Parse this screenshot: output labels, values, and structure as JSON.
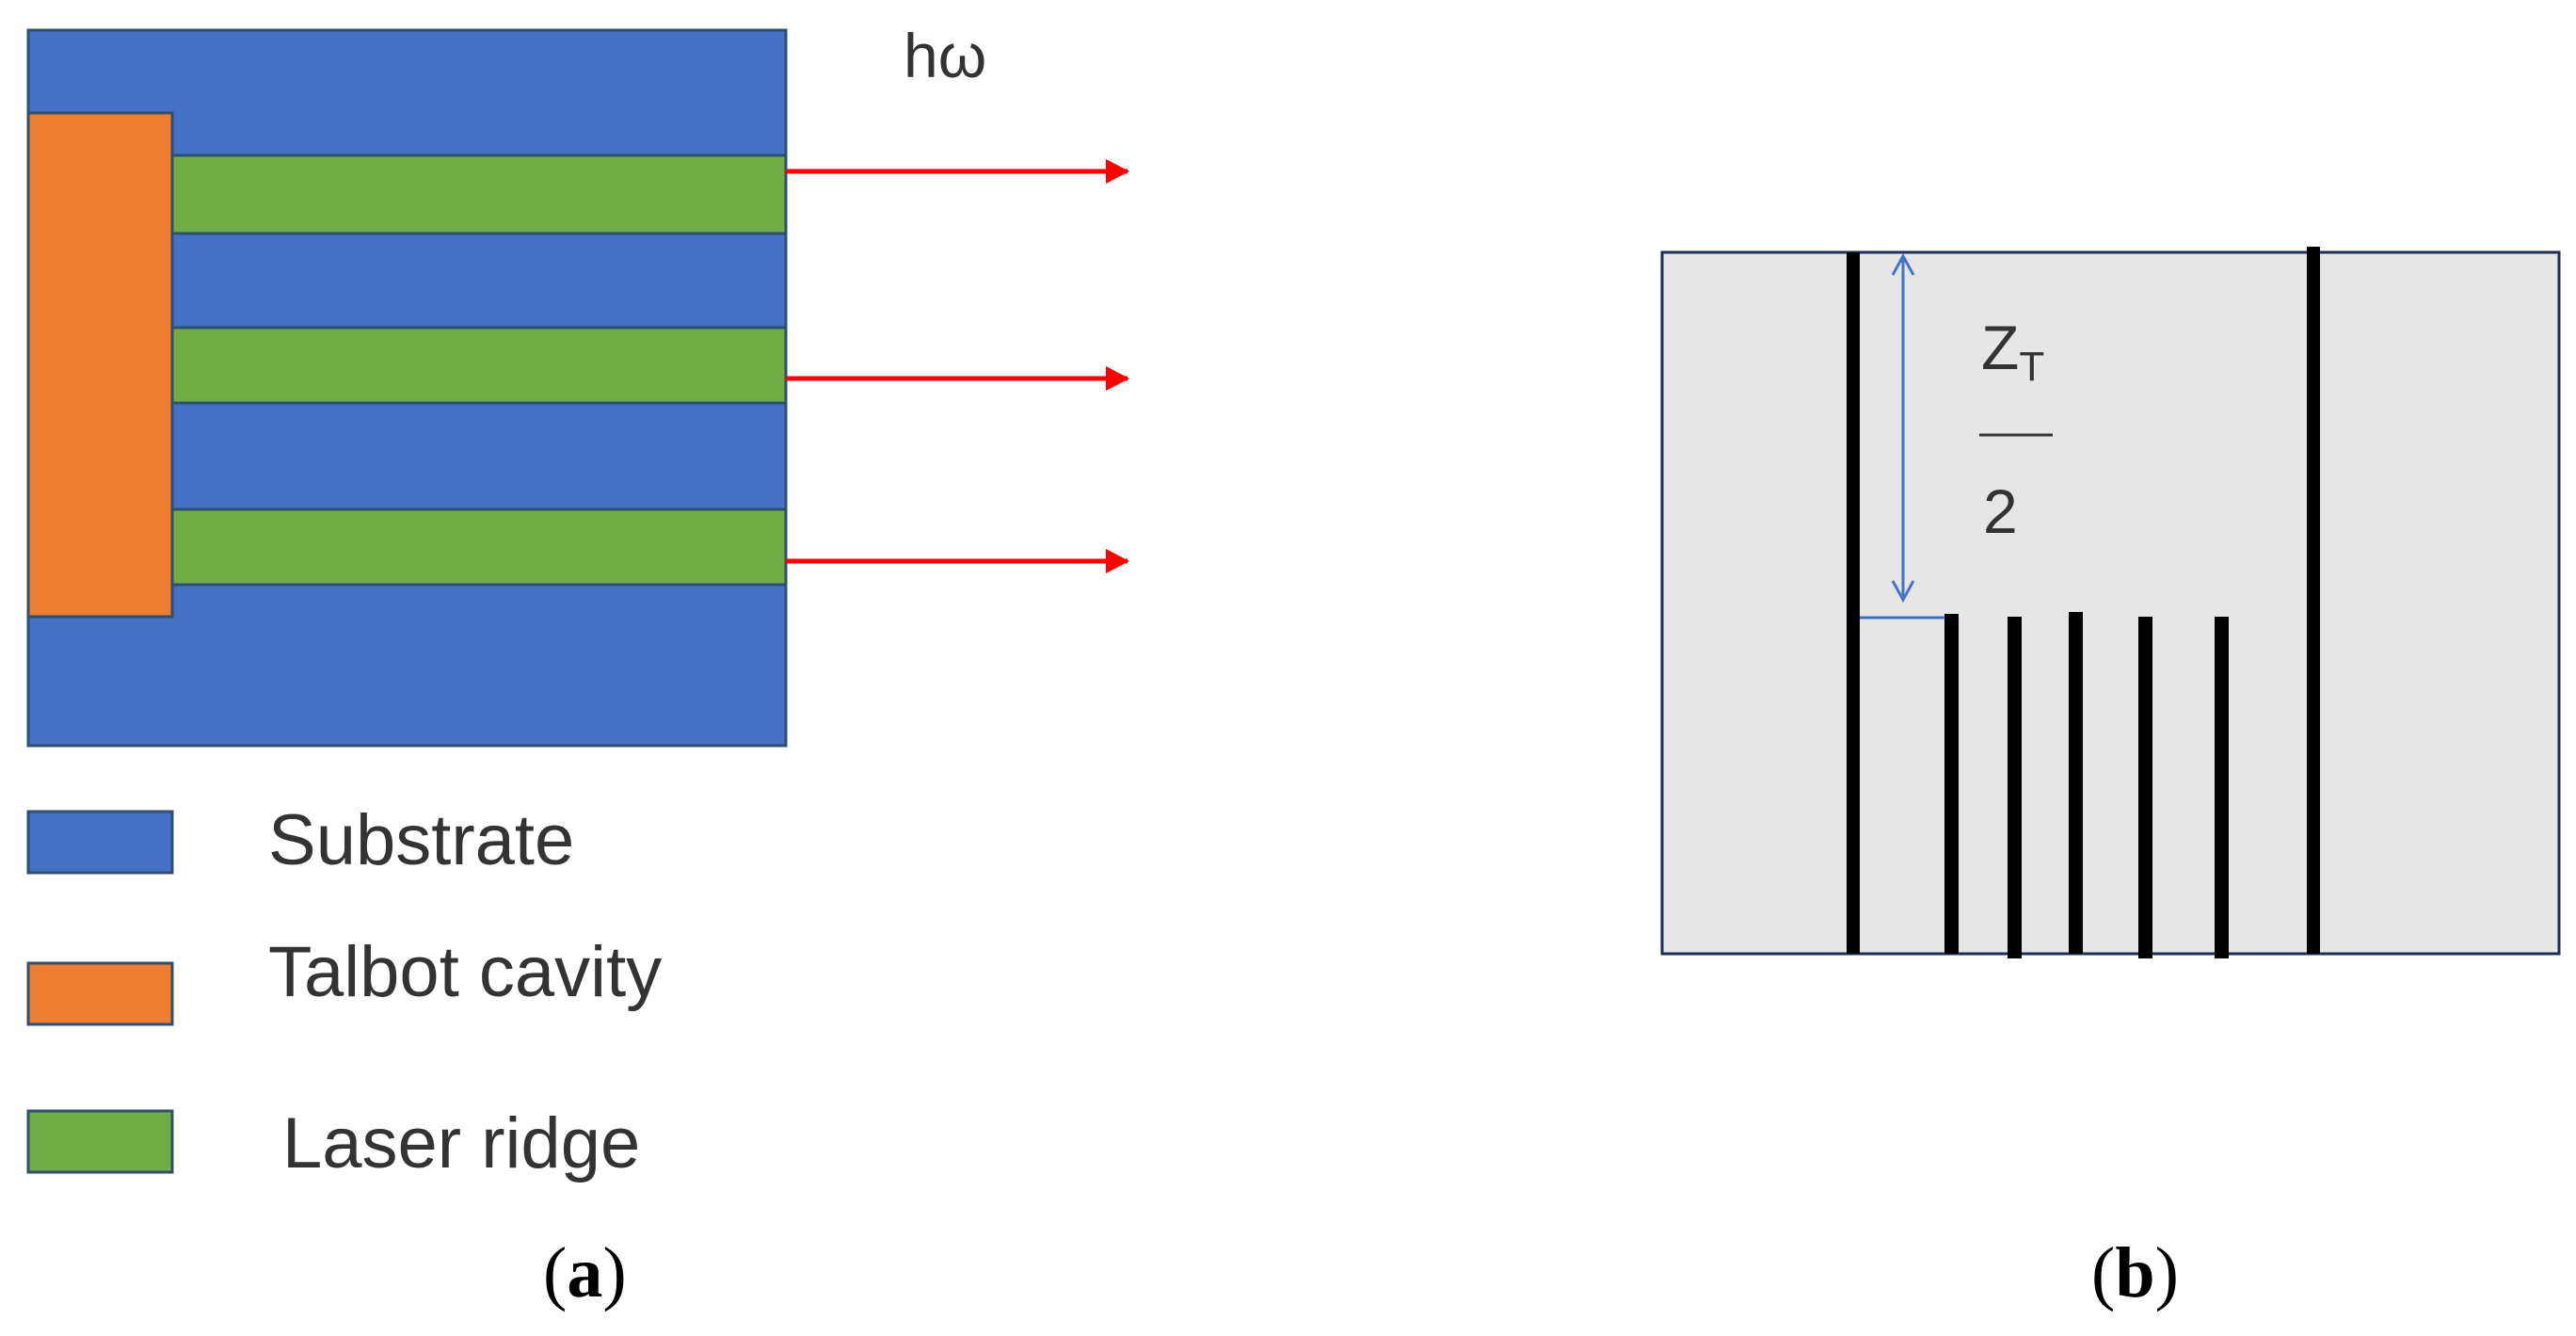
{
  "panel_a": {
    "photon_label": "hω",
    "caption": {
      "open": "(",
      "letter": "a",
      "close": ")"
    },
    "legend": [
      {
        "label": "Substrate",
        "color": "#4472C4"
      },
      {
        "label": "Talbot cavity",
        "color": "#ED7D31"
      },
      {
        "label": "Laser ridge",
        "color": "#70AD47"
      }
    ],
    "colors": {
      "substrate": "#4472C4",
      "cavity": "#ED7D31",
      "ridge": "#70AD47",
      "arrow": "#FF0000",
      "outline": "#2F4F6F"
    }
  },
  "panel_b": {
    "fraction": {
      "numerator": "Z",
      "subscript": "T",
      "denominator": "2"
    },
    "caption": {
      "open": "(",
      "letter": "b",
      "close": ")"
    },
    "colors": {
      "background": "#E6E6E6",
      "border": "#1F2F4F",
      "bars": "#000000",
      "dimension": "#4472C4"
    }
  }
}
